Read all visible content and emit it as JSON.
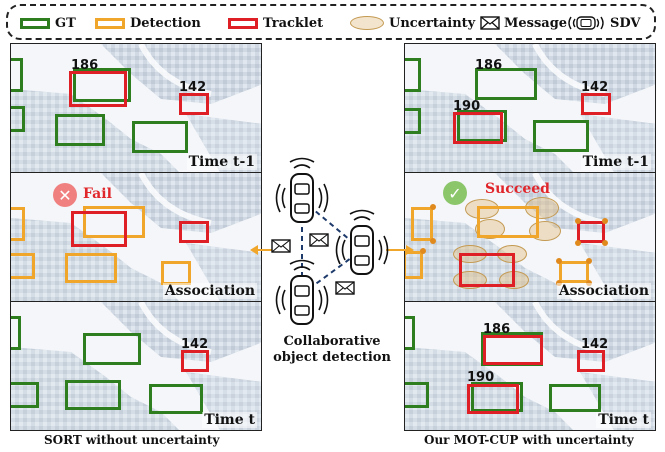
{
  "legend": {
    "gt": "GT",
    "detection": "Detection",
    "tracklet": "Tracklet",
    "uncertainty": "Uncertainty",
    "message": "Message",
    "sdv": "SDV"
  },
  "colors": {
    "gt": "#2e7d1f",
    "detection": "#f0a62b",
    "tracklet": "#de1f26",
    "uncertainty": "#c49a52",
    "fail_badge": "#f08080",
    "success_badge": "#8cc66b"
  },
  "left": {
    "top_label": "Time t-1",
    "mid_label": "Association",
    "bottom_label": "Time t",
    "status": "Fail",
    "ids": {
      "top_a": "186",
      "top_b": "142",
      "bottom_b": "142"
    },
    "caption": "SORT without uncertainty"
  },
  "right": {
    "top_label": "Time t-1",
    "mid_label": "Association",
    "bottom_label": "Time t",
    "status": "Succeed",
    "ids": {
      "top_a": "186",
      "top_b": "142",
      "top_c": "190",
      "bottom_a": "186",
      "bottom_b": "142",
      "bottom_c": "190"
    },
    "caption": "Our MOT-CUP with uncertainty"
  },
  "center": {
    "line1": "Collaborative",
    "line2": "object detection"
  },
  "icons": [
    "message-icon",
    "sdv-icon",
    "vehicle-icon",
    "fail-icon",
    "success-icon"
  ]
}
